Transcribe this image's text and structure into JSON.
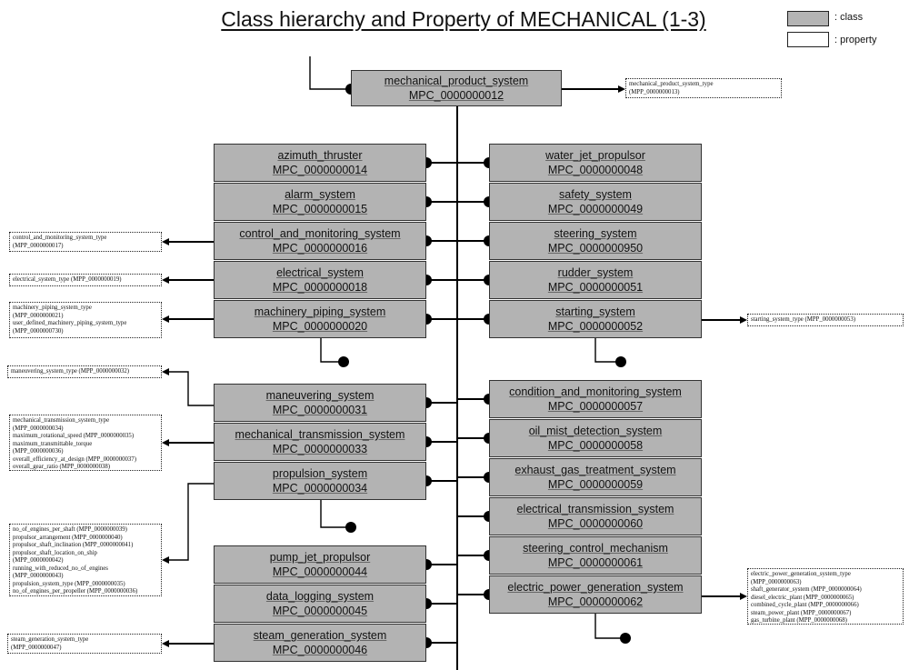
{
  "title": "Class hierarchy and Property of MECHANICAL (1-3)",
  "legend": {
    "class_label": ": class",
    "property_label": ": property"
  },
  "root": {
    "name": "mechanical_product_system",
    "code": "MPC_0000000012"
  },
  "left_classes": [
    {
      "name": "azimuth_thruster",
      "code": "MPC_0000000014"
    },
    {
      "name": "alarm_system",
      "code": "MPC_0000000015"
    },
    {
      "name": "control_and_monitoring_system",
      "code": "MPC_0000000016"
    },
    {
      "name": "electrical_system",
      "code": "MPC_0000000018"
    },
    {
      "name": "machinery_piping_system",
      "code": "MPC_0000000020"
    },
    {
      "name": "maneuvering_system",
      "code": "MPC_0000000031"
    },
    {
      "name": "mechanical_transmission_system",
      "code": "MPC_0000000033"
    },
    {
      "name": "propulsion_system",
      "code": "MPC_0000000034"
    },
    {
      "name": "pump_jet_propulsor",
      "code": "MPC_0000000044"
    },
    {
      "name": "data_logging_system",
      "code": "MPC_0000000045"
    },
    {
      "name": "steam_generation_system",
      "code": "MPC_0000000046"
    }
  ],
  "right_classes": [
    {
      "name": "water_jet_propulsor",
      "code": "MPC_0000000048"
    },
    {
      "name": "safety_system",
      "code": "MPC_0000000049"
    },
    {
      "name": "steering_system",
      "code": "MPC_0000000950"
    },
    {
      "name": "rudder_system",
      "code": "MPC_0000000051"
    },
    {
      "name": "starting_system",
      "code": "MPC_0000000052"
    },
    {
      "name": "condition_and_monitoring_system",
      "code": "MPC_0000000057"
    },
    {
      "name": "oil_mist_detection_system",
      "code": "MPC_0000000058"
    },
    {
      "name": "exhaust_gas_treatment_system",
      "code": "MPC_0000000059"
    },
    {
      "name": "electrical_transmission_system",
      "code": "MPC_0000000060"
    },
    {
      "name": "steering_control_mechanism",
      "code": "MPC_0000000061"
    },
    {
      "name": "electric_power_generation_system",
      "code": "MPC_0000000062"
    }
  ],
  "properties": {
    "mechanical_product_system": [
      "mechanical_product_system_type",
      "(MPP_0000000013)"
    ],
    "control_and_monitoring_system": [
      "control_and_monitoring_system_type",
      "(MPP_0000000017)"
    ],
    "electrical_system": [
      "electrical_system_type (MPP_0000000019)"
    ],
    "machinery_piping_system": [
      "machinery_piping_system_type",
      "(MPP_0000000021)",
      "user_defined_machinery_piping_system_type",
      "(MPP_0000000730)"
    ],
    "starting_system": [
      "starting_system_type (MPP_0000000053)"
    ],
    "maneuvering_system": [
      "maneuvering_system_type (MPP_0000000032)"
    ],
    "mechanical_transmission_system": [
      "mechanical_transmission_system_type",
      "(MPP_0000000034)",
      "maximum_rotational_speed (MPP_0000000035)",
      "maximum_transmittable_torque",
      "(MPP_0000000036)",
      "overall_efficiency_at_design (MPP_0000000037)",
      "overall_gear_ratio (MPP_0000000038)"
    ],
    "propulsion_system": [
      "no_of_engines_per_shaft (MPP_0000000039)",
      "propulsor_arrangement (MPP_0000000040)",
      "propulsor_shaft_inclination (MPP_0000000041)",
      "propulsor_shaft_location_on_ship",
      "(MPP_0000000042)",
      "running_with_reduced_no_of_engines",
      "(MPP_0000000043)",
      "propulsion_system_type (MPP_0000000035)",
      "no_of_engines_per_propeller (MPP_0000000036)"
    ],
    "steam_generation_system": [
      "steam_generation_system_type",
      "(MPP_0000000047)"
    ],
    "electric_power_generation_system": [
      "electric_power_generation_system_type",
      "(MPP_0000000063)",
      "shaft_generator_system (MPP_0000000064)",
      "diesel_electric_plant (MPP_0000000065)",
      "combined_cycle_plant (MPP_0000000066)",
      "steam_power_plant (MPP_0000000067)",
      "gas_turbine_plant (MPP_0000000068)"
    ]
  }
}
